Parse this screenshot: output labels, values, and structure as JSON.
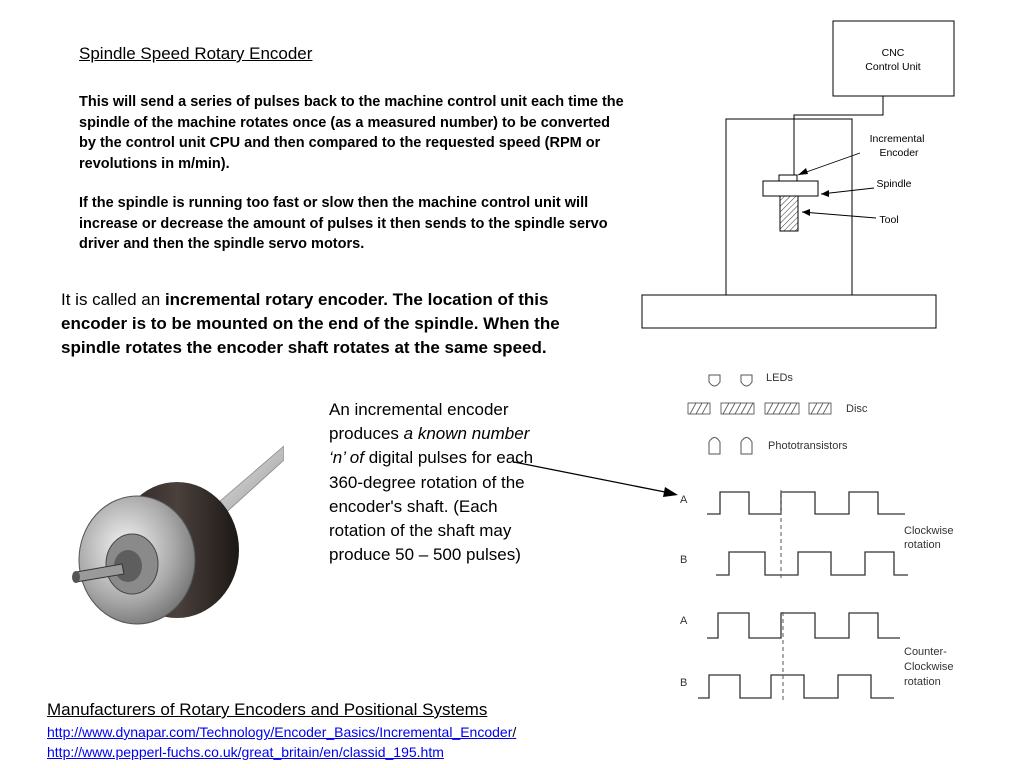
{
  "title": "Spindle Speed Rotary Encoder",
  "paragraph1": "This will send a series of pulses back to the machine control unit each time the spindle of the machine rotates once (as a measured number) to be converted by the control unit CPU and then compared to the requested speed (RPM or revolutions in m/min).",
  "paragraph2": "If the spindle is running too fast or slow then the machine control unit will increase or decrease the amount of pulses it then sends to the spindle servo driver and then the spindle servo motors.",
  "called": {
    "prefix": "It is called an ",
    "bold": "incremental rotary encoder. The location of this encoder is to be mounted on the end of the spindle. When the spindle rotates the encoder shaft rotates at the same speed."
  },
  "produces": {
    "part1": " An incremental encoder produces ",
    "italic1": "a known number ‘n’ of",
    "part2": " digital pulses for each 360-degree rotation of the encoder's shaft. (Each rotation of the shaft may produce 50 – 500 pulses)"
  },
  "cnc_diagram": {
    "control_unit_line1": "CNC",
    "control_unit_line2": "Control Unit",
    "encoder_line1": "Incremental",
    "encoder_line2": "Encoder",
    "spindle": "Spindle",
    "tool": "Tool"
  },
  "encoder_diagram": {
    "leds": "LEDs",
    "disc": "Disc",
    "phototransistors": "Phototransistors",
    "channel_a": "A",
    "channel_b": "B",
    "clockwise_line1": "Clockwise",
    "clockwise_line2": "rotation",
    "ccw_line1": "Counter-",
    "ccw_line2": "Clockwise",
    "ccw_line3": "rotation"
  },
  "manufacturers": {
    "heading": "Manufacturers of Rotary Encoders and Positional Systems",
    "link1": "http://www.dynapar.com/Technology/Encoder_Basics/Incremental_Encoder",
    "link1_suffix": "/",
    "link2": "http://www.pepperl-fuchs.co.uk/great_britain/en/classid_195.htm"
  }
}
